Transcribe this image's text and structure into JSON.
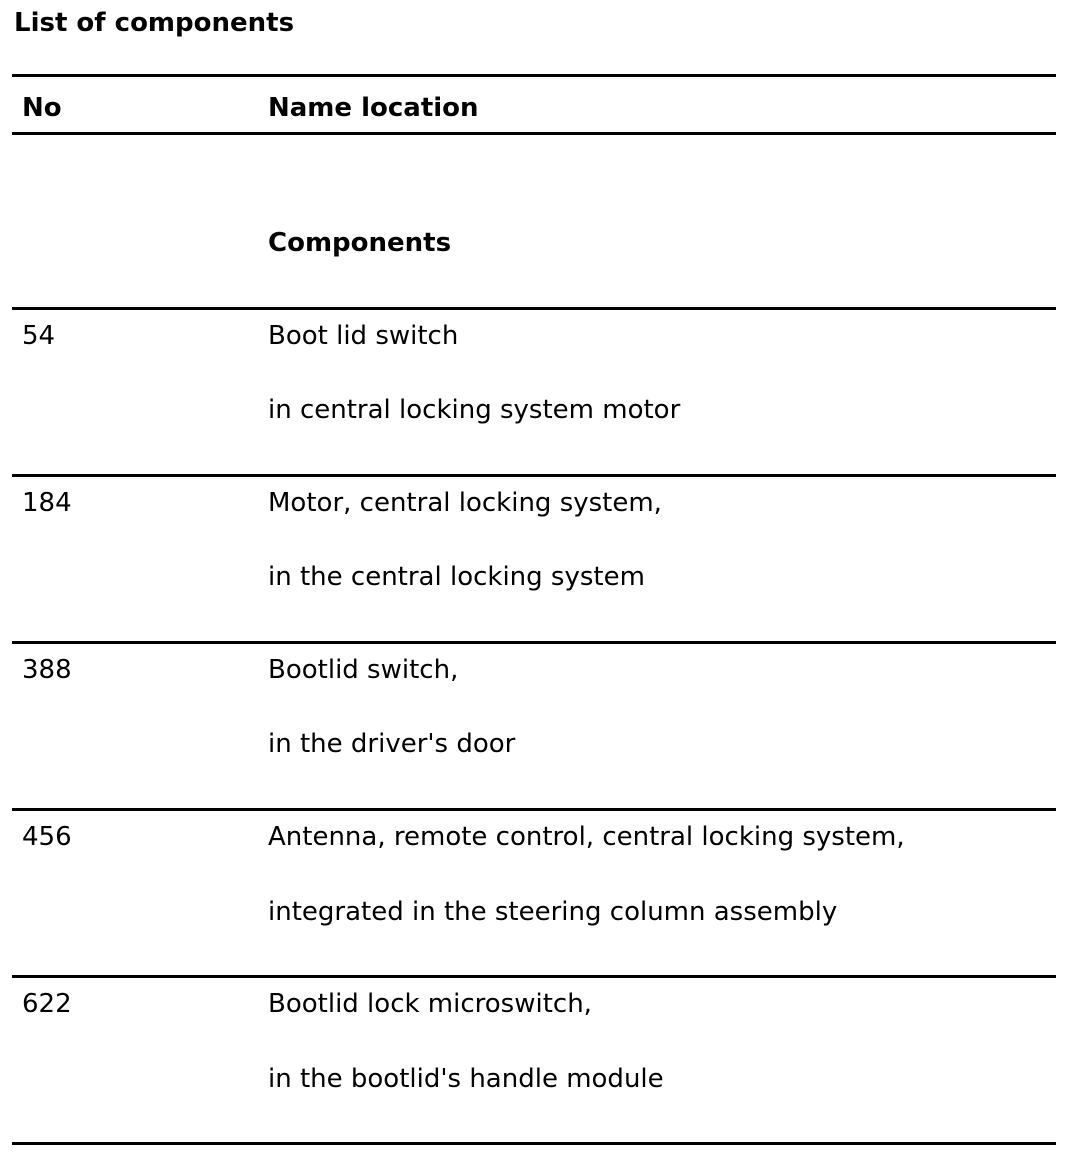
{
  "title": "List of components",
  "table": {
    "headers": {
      "no": "No",
      "name_location": "Name location"
    },
    "section_label": "Components",
    "rows": [
      {
        "no": "54",
        "name": "Boot lid switch",
        "location": "in central locking system motor"
      },
      {
        "no": "184",
        "name": "Motor, central locking system,",
        "location": "in the central locking system"
      },
      {
        "no": "388",
        "name": "Bootlid switch,",
        "location": "in the driver's door"
      },
      {
        "no": "456",
        "name": "Antenna, remote control, central locking system,",
        "location": "integrated in the steering column assembly"
      },
      {
        "no": "622",
        "name": "Bootlid lock microswitch,",
        "location": "in the bootlid's handle module"
      }
    ]
  }
}
